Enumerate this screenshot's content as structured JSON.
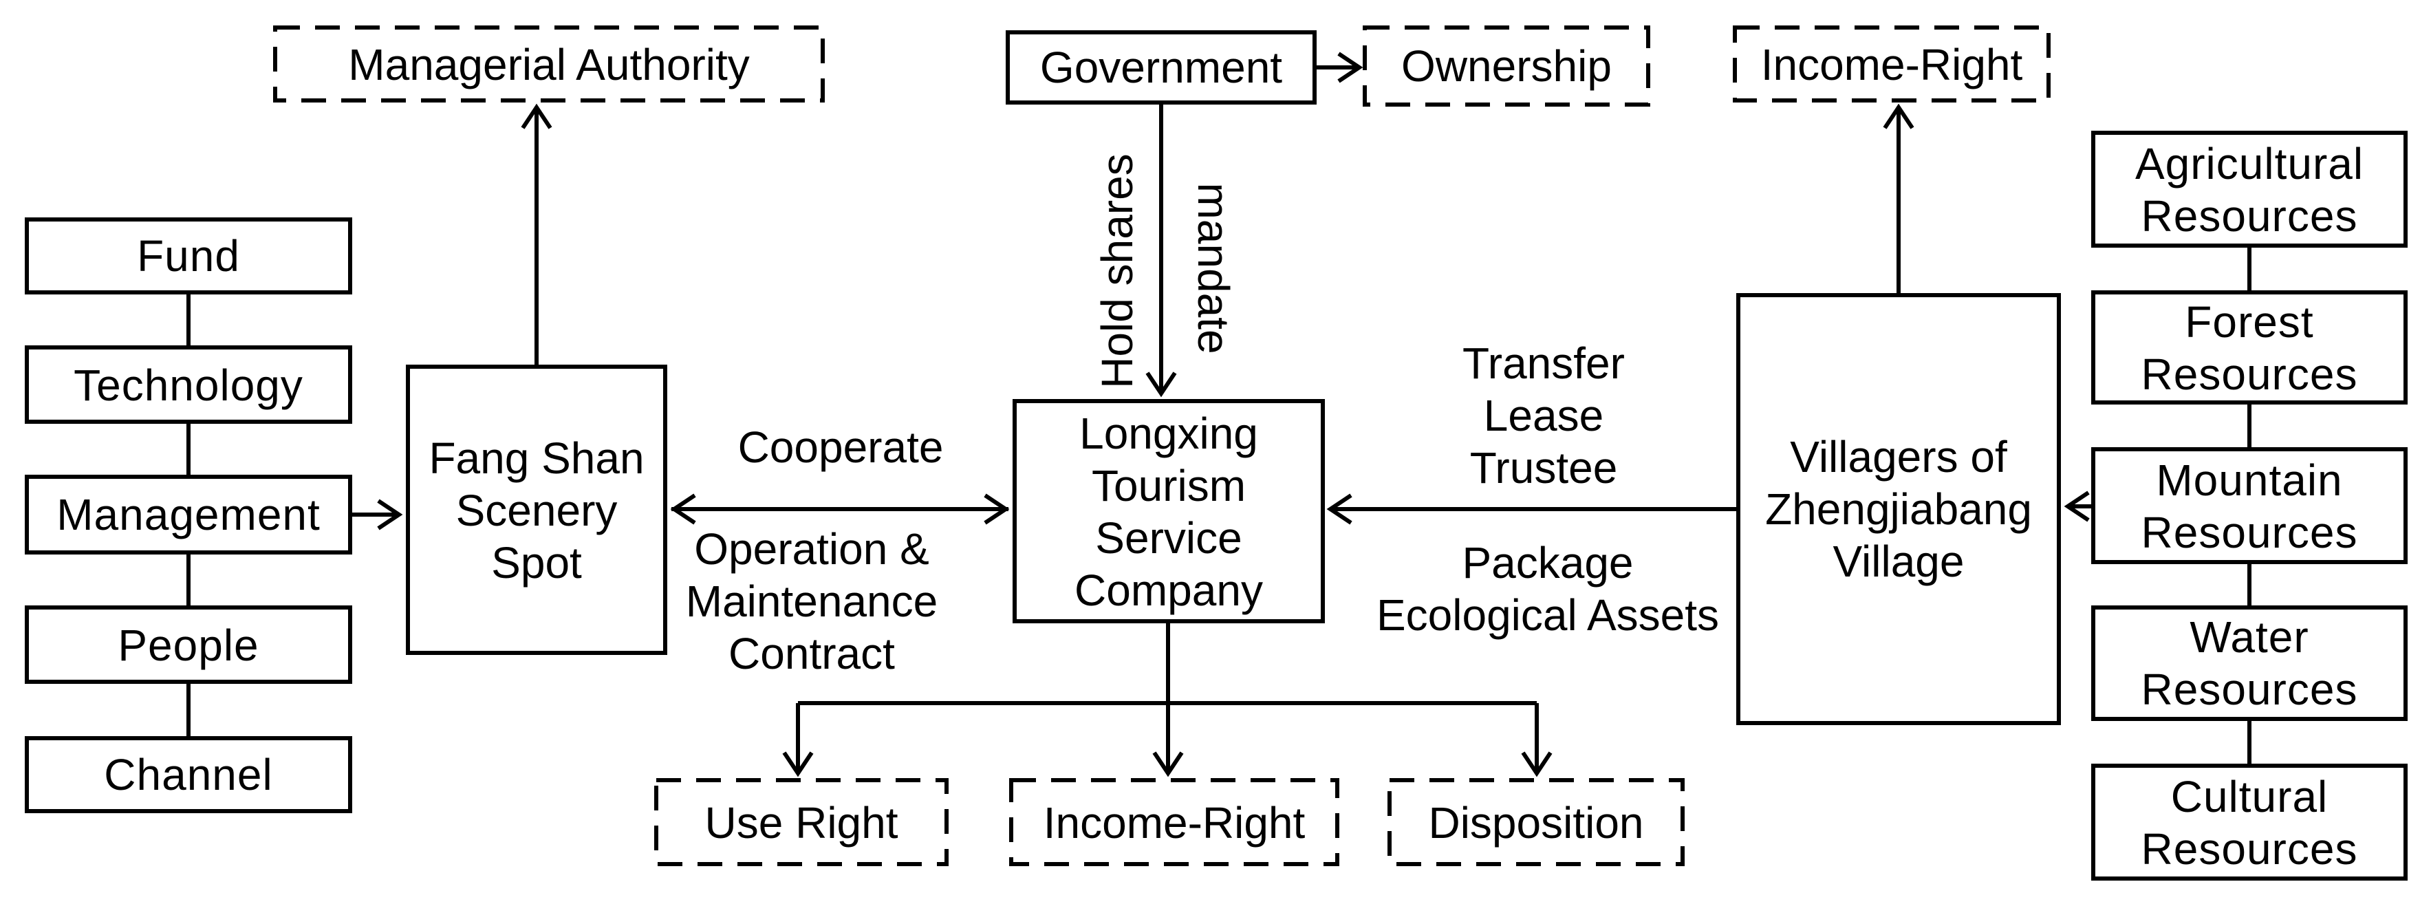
{
  "diagram": {
    "background_color": "#ffffff",
    "line_color": "#000000",
    "text_color": "#000000",
    "nodes": {
      "managerial_authority": {
        "label": "Managerial Authority",
        "style": "dashed"
      },
      "government": {
        "label": "Government",
        "style": "solid"
      },
      "ownership": {
        "label": "Ownership",
        "style": "dashed"
      },
      "income_right_top": {
        "label": "Income-Right",
        "style": "dashed"
      },
      "fund": {
        "label": "Fund",
        "style": "solid"
      },
      "technology": {
        "label": "Technology",
        "style": "solid"
      },
      "management": {
        "label": "Management",
        "style": "solid"
      },
      "people": {
        "label": "People",
        "style": "solid"
      },
      "channel": {
        "label": "Channel",
        "style": "solid"
      },
      "fang_shan": {
        "label": "Fang Shan\nScenery\nSpot",
        "style": "solid"
      },
      "longxing": {
        "label": "Longxing\nTourism\nService\nCompany",
        "style": "solid"
      },
      "villagers": {
        "label": "Villagers of\nZhengjiabang\nVillage",
        "style": "solid"
      },
      "agricultural": {
        "label": "Agricultural\nResources",
        "style": "solid"
      },
      "forest": {
        "label": "Forest\nResources",
        "style": "solid"
      },
      "mountain": {
        "label": "Mountain\nResources",
        "style": "solid"
      },
      "water": {
        "label": "Water\nResources",
        "style": "solid"
      },
      "cultural": {
        "label": "Cultural\nResources",
        "style": "solid"
      },
      "use_right": {
        "label": "Use Right",
        "style": "dashed"
      },
      "income_right_bottom": {
        "label": "Income-Right",
        "style": "dashed"
      },
      "disposition": {
        "label": "Disposition",
        "style": "dashed"
      }
    },
    "edge_labels": {
      "hold_shares": "Hold shares",
      "mandate": "mandate",
      "cooperate": "Cooperate",
      "om_contract": "Operation &\nMaintenance\nContract",
      "transfer_lease_trustee": "Transfer\nLease\nTrustee",
      "package_ecological_assets": "Package\nEcological Assets"
    }
  }
}
